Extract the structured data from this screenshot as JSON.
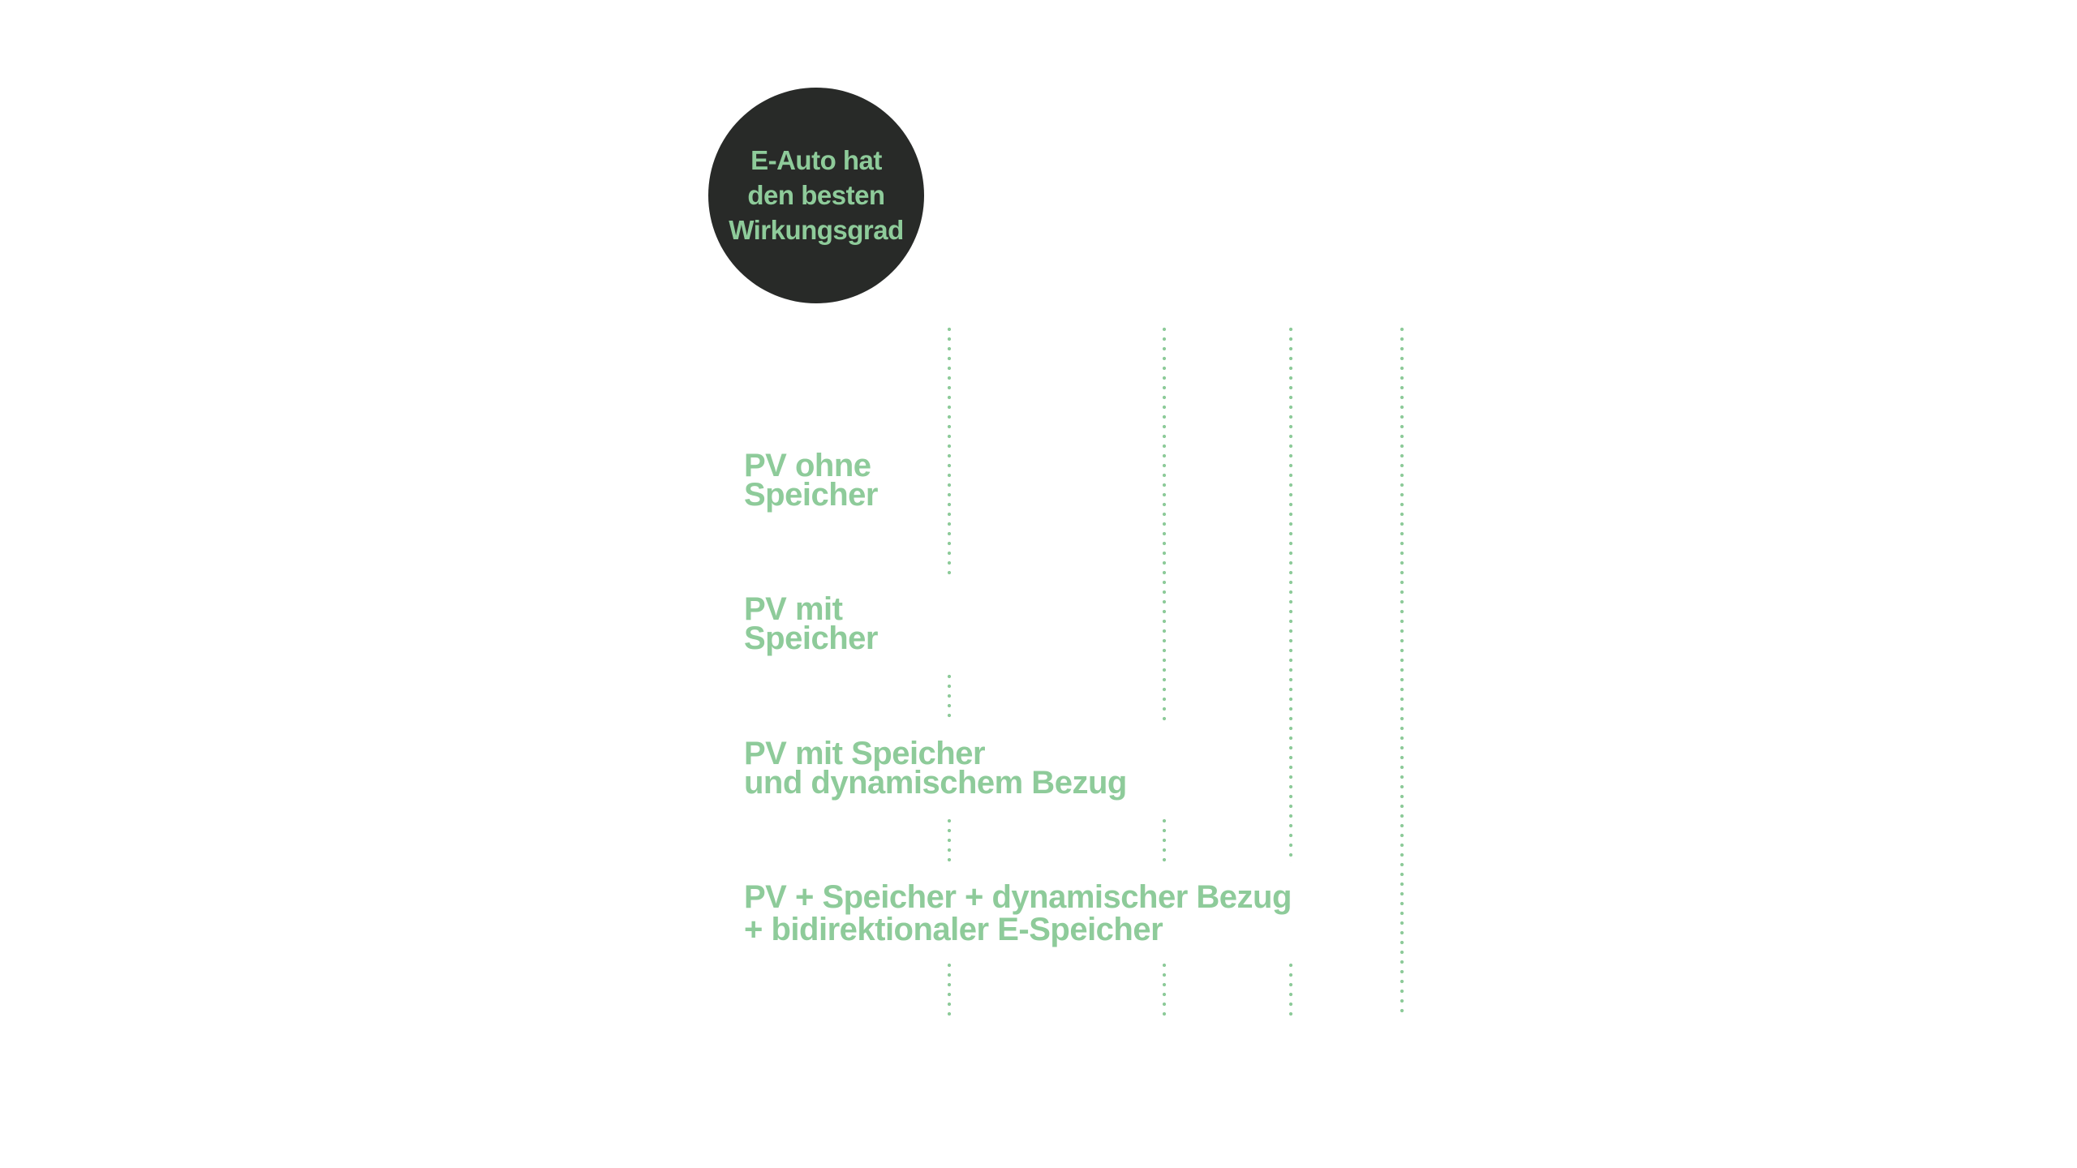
{
  "badge": {
    "text": "E-Auto hat\nden besten\nWirkungsgrad"
  },
  "rows": [
    {
      "line1": "PV ohne",
      "line2": "Speicher"
    },
    {
      "line1": "PV mit",
      "line2": "Speicher"
    },
    {
      "line1": "PV mit Speicher",
      "line2": "und dynamischem Bezug"
    },
    {
      "line1": "PV + Speicher + dynamischer Bezug",
      "line2": "+ bidirektionaler E-Speicher"
    }
  ],
  "colors": {
    "accent": "#8ecb9a",
    "badge_background": "#282a28",
    "background": "#ffffff"
  }
}
